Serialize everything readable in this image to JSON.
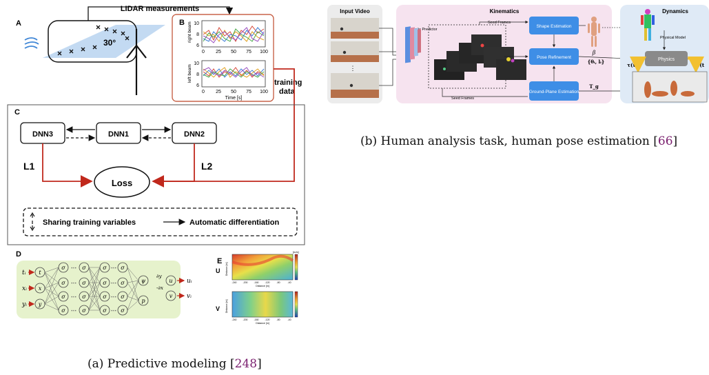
{
  "figure_a": {
    "panel_A": {
      "letter": "A",
      "title": "LIDAR measurements",
      "angle": "30°"
    },
    "panel_B": {
      "letter": "B",
      "top_ylabel": "right beam",
      "bottom_ylabel": "left beam",
      "top_yticks": [
        "10",
        "8",
        "6"
      ],
      "bottom_yticks": [
        "10",
        "8",
        "6"
      ],
      "xticks": [
        "0",
        "25",
        "50",
        "75",
        "100"
      ],
      "xlabel": "Time [s]",
      "training_line1": "training",
      "training_line2": "data"
    },
    "panel_C": {
      "letter": "C",
      "dnn3": "DNN3",
      "dnn1": "DNN1",
      "dnn2": "DNN2",
      "l1": "L1",
      "l2": "L2",
      "loss": "Loss",
      "legend_sharing": "Sharing training variables",
      "legend_autodiff": "Automatic differentiation"
    },
    "panel_D": {
      "letter": "D",
      "inputs": [
        "t",
        "x",
        "y"
      ],
      "input_labels": [
        "tᵢ",
        "xᵢ",
        "yᵢ"
      ],
      "sigma": "σ",
      "dots": "···",
      "psi": "ψ",
      "p": "p",
      "outputs": [
        "u",
        "v"
      ],
      "output_labels": [
        "uᵢ",
        "vᵢ"
      ],
      "dy": "∂y",
      "dx": "-∂x"
    },
    "panel_E": {
      "letter": "E",
      "u_label": "U",
      "v_label": "V",
      "ylabel": "Distance [m]",
      "xlabel": "Distance [m]",
      "xticks": [
        "-240",
        "-200",
        "-160",
        "-120",
        "-80",
        "-40"
      ],
      "cbar_unit": "[m/s]"
    },
    "caption_text": "(a) Predictive modeling [",
    "caption_ref": "248",
    "caption_end": "]"
  },
  "figure_b": {
    "input_title": "Input Video",
    "kinematics_title": "Kinematics",
    "dynamics_title": "Dynamics",
    "semantic_predictor": "Semantic Predictor",
    "seed_frames_top": "Seed Frames",
    "seed_frames_bottom": "Seed Frames",
    "shape_estimation": "Shape Estimation",
    "pose_refinement": "Pose Refinement",
    "ground_plane_estimation": "Ground-Plane Estimation",
    "beta": "β",
    "theta": "{θᵢ, lᵢ}",
    "tg": "T_g",
    "physical_model": "Physical Model",
    "physics": "Physics",
    "tau": "τ(t)",
    "s": "s(t",
    "caption_text": "(b) Human analysis task, human pose estimation [",
    "caption_ref": "66",
    "caption_end": "]"
  },
  "colors": {
    "arrow_red": "#c0281c",
    "green_panel": "#e6f2cc",
    "pink_panel": "#f6e3ef",
    "blue_panel": "#dfeaf6",
    "blue_box": "#3e8ee6",
    "cite": "#7a1f6e"
  }
}
